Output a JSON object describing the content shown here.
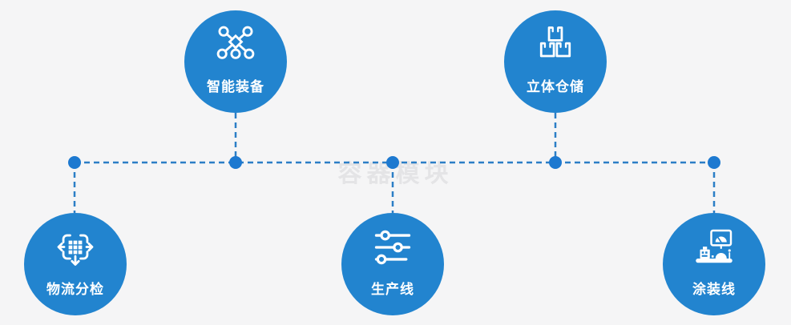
{
  "watermark": {
    "text": "容器模块"
  },
  "colors": {
    "background": "#f5f5f6",
    "circle": "#2284cf",
    "line": "#2b7ec6",
    "dot": "#1d79d0",
    "label": "#ffffff",
    "watermark": "#e4e4e6"
  },
  "nodes": [
    {
      "id": "smart-equipment",
      "label": "智能装备",
      "icon": "network-nodes-icon",
      "position": "top-left"
    },
    {
      "id": "stereoscopic-warehouse",
      "label": "立体仓储",
      "icon": "stacked-boxes-icon",
      "position": "top-right"
    },
    {
      "id": "logistics-sorting",
      "label": "物流分检",
      "icon": "sorting-arrows-icon",
      "position": "bottom-left"
    },
    {
      "id": "production-line",
      "label": "生产线",
      "icon": "sliders-icon",
      "position": "bottom-center"
    },
    {
      "id": "painting-line",
      "label": "涂装线",
      "icon": "machine-monitor-icon",
      "position": "bottom-right"
    }
  ]
}
